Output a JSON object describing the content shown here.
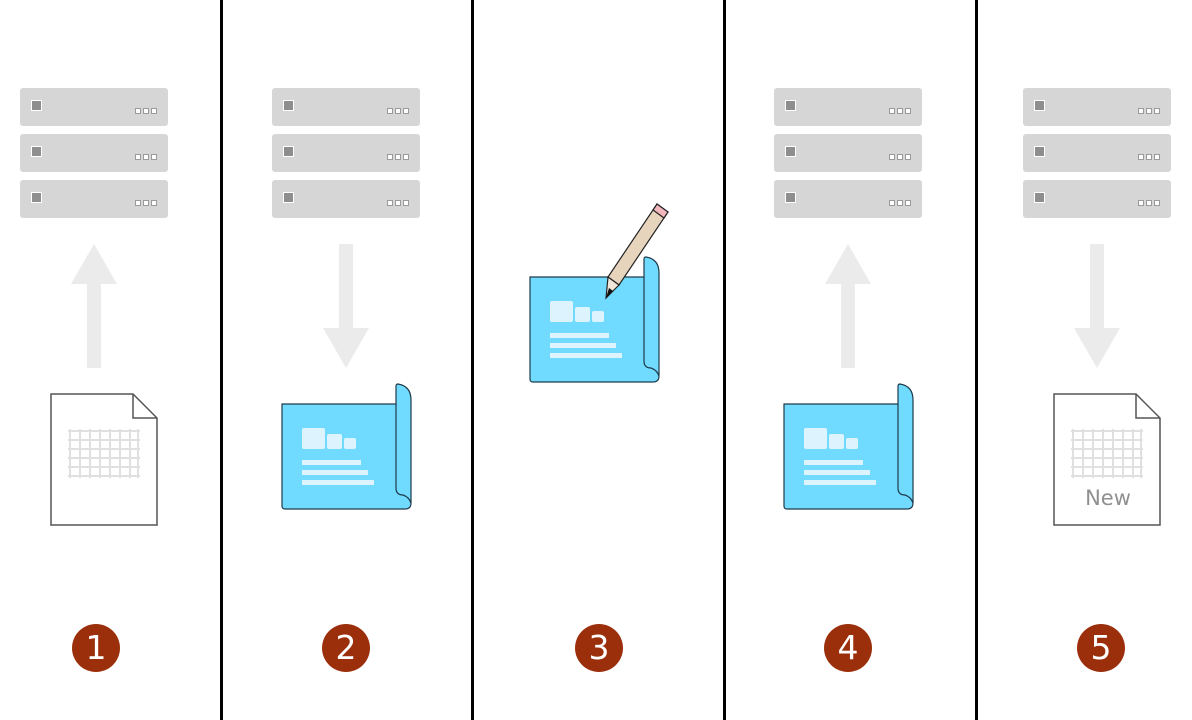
{
  "steps": [
    {
      "number": "1"
    },
    {
      "number": "2"
    },
    {
      "number": "3"
    },
    {
      "number": "4"
    },
    {
      "number": "5",
      "document_label": "New"
    }
  ],
  "colors": {
    "badge": "#9b2f0c",
    "server": "#d6d6d6",
    "arrow": "#ebebeb",
    "blueprint": "#70daff",
    "divider": "#000000"
  }
}
